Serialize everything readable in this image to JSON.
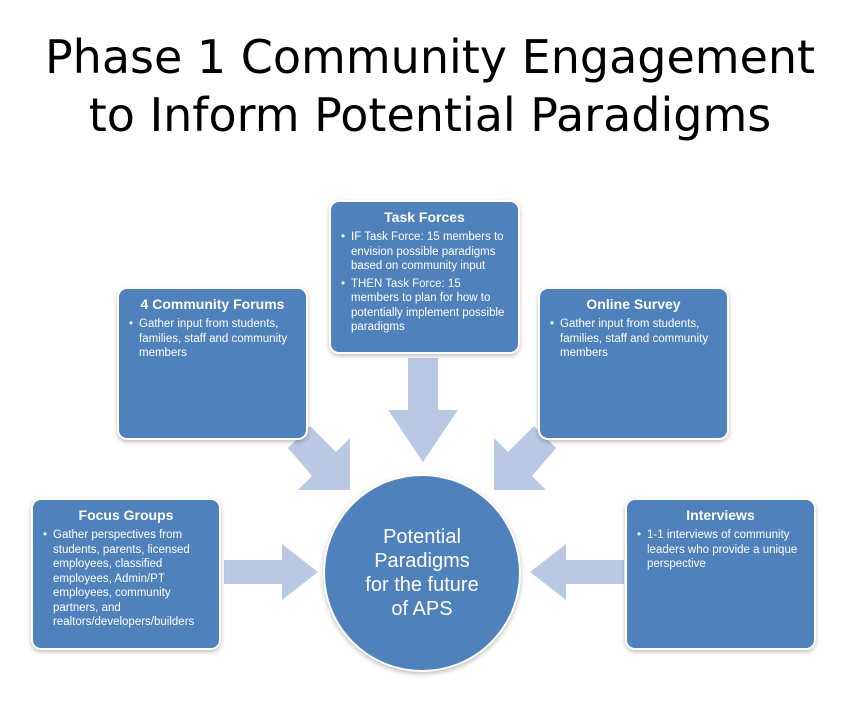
{
  "title_line1": "Phase 1 Community Engagement",
  "title_line2": "to Inform Potential Paradigms",
  "center": {
    "line1": "Potential",
    "line2": "Paradigms",
    "line3": "for the future",
    "line4": "of APS"
  },
  "task_forces": {
    "title": "Task Forces",
    "items": [
      "IF Task Force: 15 members to envision possible paradigms based on community input",
      "THEN Task Force: 15 members to plan for how to potentially implement possible paradigms"
    ]
  },
  "community_forums": {
    "title": "4 Community Forums",
    "items": [
      "Gather input from students, families, staff and community members"
    ]
  },
  "online_survey": {
    "title": "Online Survey",
    "items": [
      "Gather input from students, families, staff and community members"
    ]
  },
  "focus_groups": {
    "title": "Focus Groups",
    "items": [
      "Gather perspectives from students, parents, licensed employees, classified employees, Admin/PT employees, community partners, and realtors/developers/builders"
    ]
  },
  "interviews": {
    "title": "Interviews",
    "items": [
      "1-1 interviews of community leaders who provide a unique perspective"
    ]
  },
  "colors": {
    "box_fill": "#4f81bd",
    "arrow_fill": "#b9c9e3"
  }
}
